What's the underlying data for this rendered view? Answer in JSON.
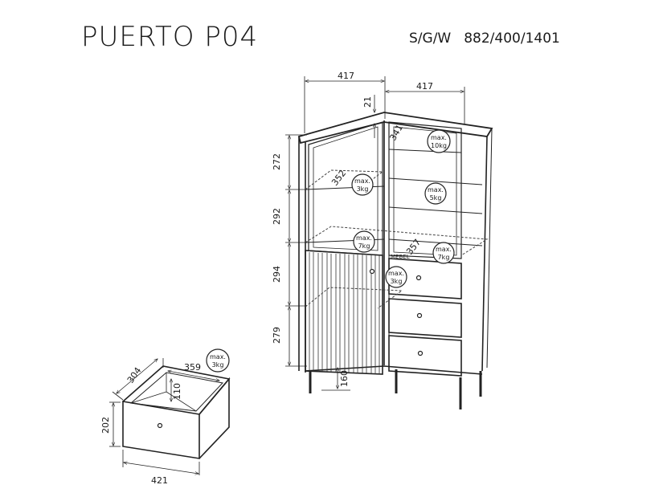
{
  "header": {
    "title": "PUERTO P04",
    "dims_key": "S/G/W",
    "dims_value": "882/400/1401"
  },
  "dimensions": {
    "top_width_left": "417",
    "top_width_right": "417",
    "top_gap": "21",
    "top_shelf_depth": "341",
    "height_1": "272",
    "height_2": "292",
    "height_3": "294",
    "height_4": "279",
    "shelf_depth_left": "352",
    "shelf_depth_right": "357",
    "leg_height": "160",
    "drawer_depth": "304",
    "drawer_inner_width": "359",
    "drawer_inner_height": "110",
    "drawer_height": "202",
    "drawer_width": "421"
  },
  "load_labels": {
    "top_compartment": [
      "max.",
      "10kg"
    ],
    "left_upper_shelf": [
      "max.",
      "3kg"
    ],
    "right_upper_shelf": [
      "max.",
      "5kg"
    ],
    "left_middle_shelf": [
      "max.",
      "7kg"
    ],
    "right_middle_shelf": [
      "max.",
      "7kg"
    ],
    "left_lower_shelf": [
      "max.",
      "3kg"
    ],
    "drawer": [
      "max.",
      "3kg"
    ]
  },
  "watermark": "MEBEL"
}
